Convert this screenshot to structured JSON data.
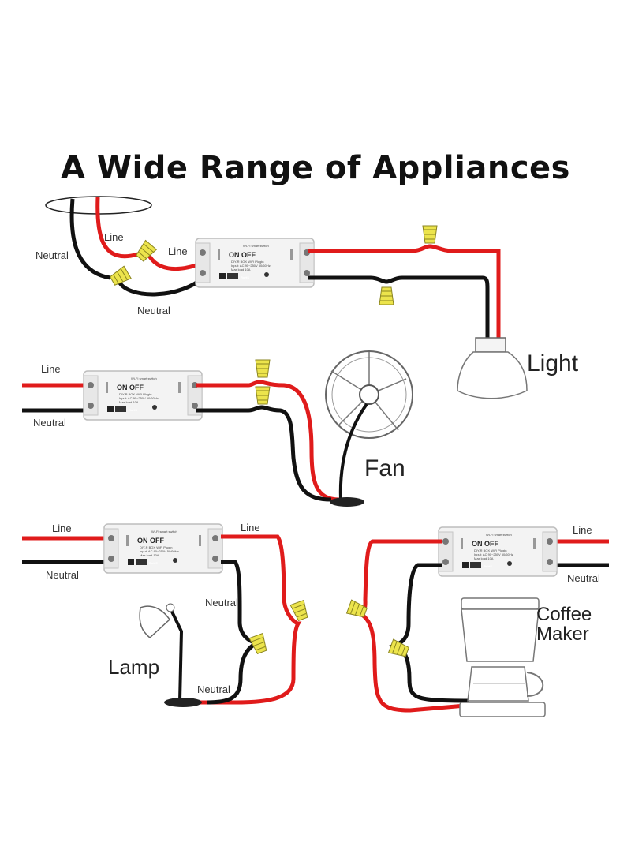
{
  "title": "A Wide Range of Appliances",
  "colors": {
    "line_wire": "#e01b1b",
    "neutral_wire": "#111111",
    "connector": "#e9e24a"
  },
  "switch_labels": {
    "header": "Wi-Fi smart switch",
    "on_off": "ON OFF",
    "spec1": "DIY-R BOX WiFi Plugin",
    "spec2": "Input: AC 90~250V 50/60Hz",
    "spec3": "Max load 10A",
    "rohs": "RoHS"
  },
  "scenes": {
    "light": {
      "name": "Light",
      "line1": "Line",
      "line2": "Line",
      "neutral1": "Neutral",
      "neutral2": "Neutral"
    },
    "fan": {
      "name": "Fan",
      "line": "Line",
      "neutral": "Neutral"
    },
    "lamp": {
      "name": "Lamp",
      "line_in": "Line",
      "neutral_in": "Neutral",
      "line_out": "Line",
      "neutral_out1": "Neutral",
      "neutral_out2": "Neutral"
    },
    "coffee": {
      "name_line1": "Coffee",
      "name_line2": "Maker",
      "line": "Line",
      "neutral": "Neutral"
    }
  }
}
